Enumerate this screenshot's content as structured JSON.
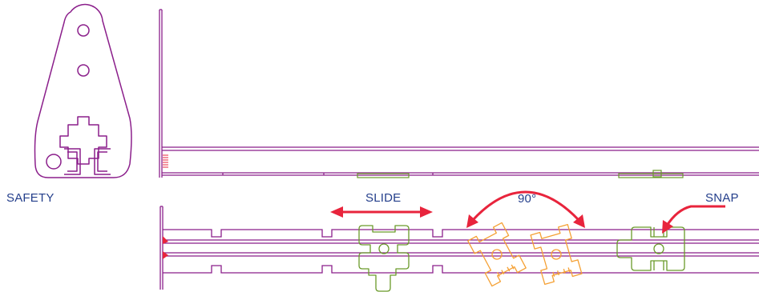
{
  "labels": {
    "safety": "SAFETY",
    "slide": "SLIDE",
    "rotation": "90°",
    "snap": "SNAP"
  },
  "colors": {
    "rail": "#8b1f8b",
    "bracket_green": "#6a9a2a",
    "bracket_orange": "#f5a033",
    "arrow_red": "#e8243c",
    "label_blue": "#233e8b"
  }
}
